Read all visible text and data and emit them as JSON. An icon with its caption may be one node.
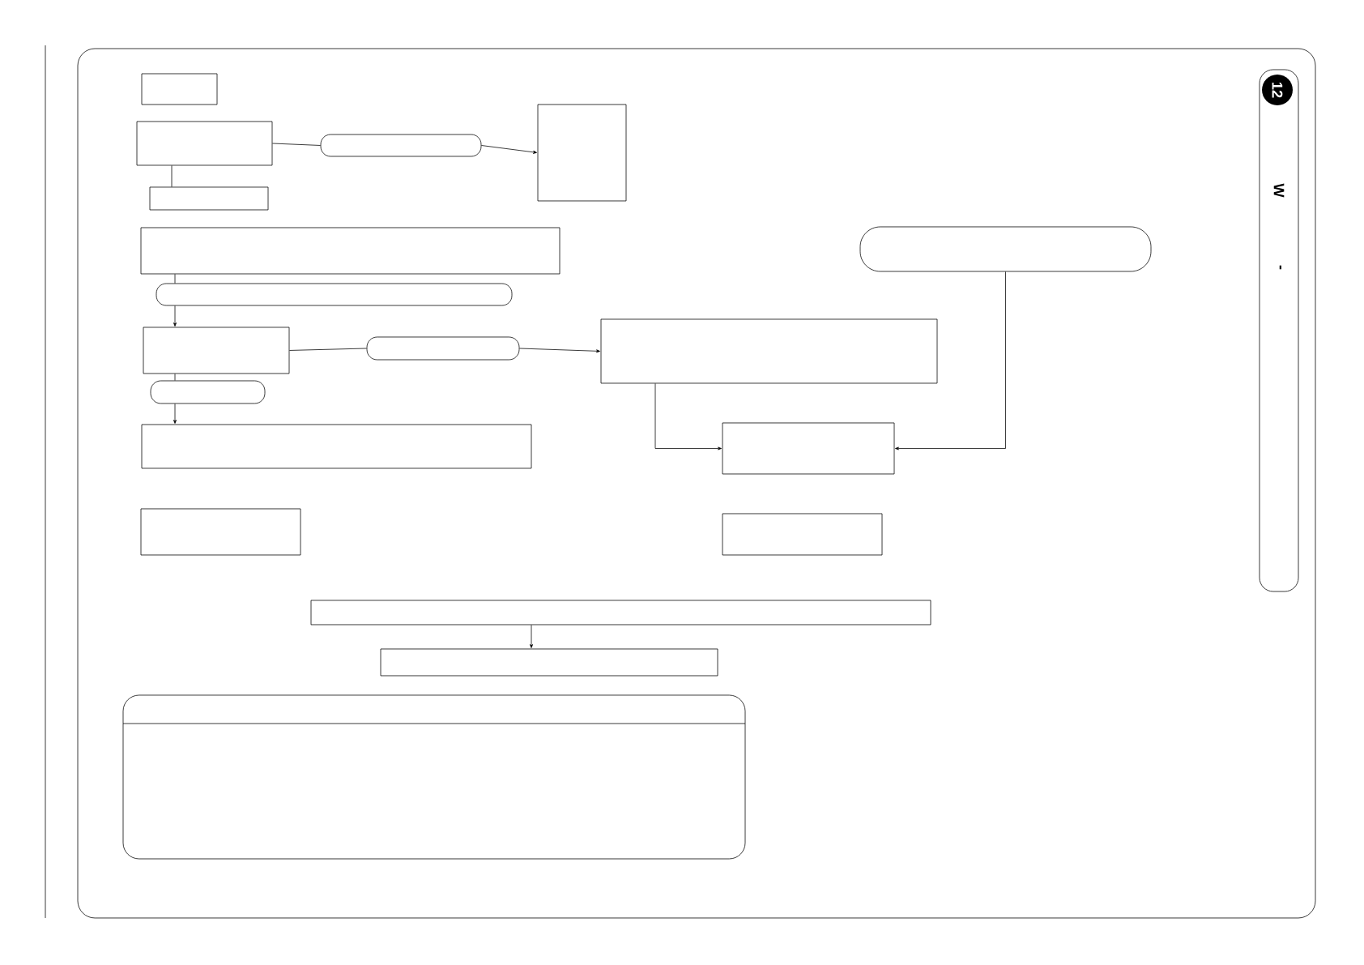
{
  "diagram": {
    "nodes": [
      {
        "text": [],
        "shape": "box"
      },
      {
        "text": [],
        "shape": "box"
      },
      {
        "text": [],
        "shape": "box"
      },
      {
        "text": [],
        "shape": "pill"
      },
      {
        "text": [],
        "shape": "box"
      },
      {
        "text": [],
        "shape": "box"
      },
      {
        "text": [],
        "shape": "pill"
      },
      {
        "text": [],
        "shape": "box"
      },
      {
        "text": [],
        "shape": "pill"
      },
      {
        "text": [],
        "shape": "box"
      },
      {
        "text": [],
        "shape": "pill"
      },
      {
        "text": [],
        "shape": "box"
      },
      {
        "text": [],
        "shape": "box"
      },
      {
        "text": [],
        "shape": "pill"
      },
      {
        "text": [],
        "shape": "box"
      },
      {
        "text": [],
        "shape": "box"
      },
      {
        "text": [],
        "shape": "box"
      },
      {
        "text": [],
        "shape": "box"
      },
      {
        "text": [],
        "shape": "box"
      },
      {
        "text": [
          "W",
          "-"
        ]
      }
    ],
    "edges": [
      {
        "from": 1,
        "to": 3,
        "arrow": "none"
      },
      {
        "from": 3,
        "to": 4,
        "arrow": "to"
      },
      {
        "from": 1,
        "to": 2,
        "arrow": "none"
      },
      {
        "from": 5,
        "to": 6,
        "arrow": "none"
      },
      {
        "from": 6,
        "to": 7,
        "arrow": "to"
      },
      {
        "from": 7,
        "to": 8,
        "arrow": "none"
      },
      {
        "from": 8,
        "to": 9,
        "arrow": "to"
      },
      {
        "from": 7,
        "to": 10,
        "arrow": "none"
      },
      {
        "from": 10,
        "to": 11,
        "arrow": "to"
      },
      {
        "from": 13,
        "to": 12,
        "arrow": "to"
      },
      {
        "from": 9,
        "to": 12,
        "arrow": "to"
      },
      {
        "from": 16,
        "to": 17,
        "arrow": "to"
      }
    ],
    "labels": [
      "12"
    ]
  }
}
